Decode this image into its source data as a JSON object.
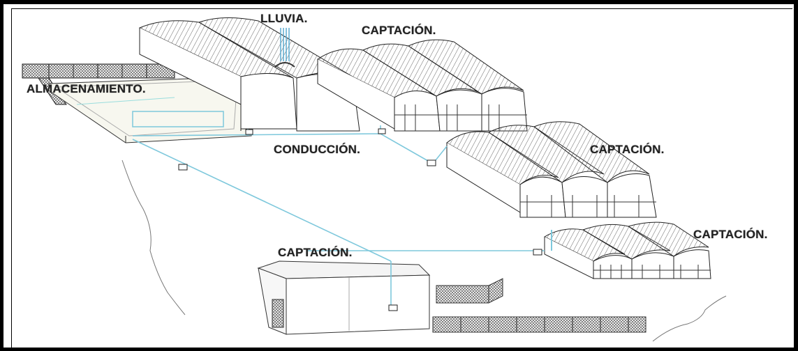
{
  "labels": {
    "lluvia": "LLUVIA.",
    "captacion_top": "CAPTACIÓN.",
    "almacenamiento": "ALMACENAMIENTO.",
    "conduccion": "CONDUCCIÓN.",
    "captacion_right": "CAPTACIÓN.",
    "captacion_far_right": "CAPTACIÓN.",
    "captacion_bottom": "CAPTACIÓN."
  },
  "colors": {
    "pipe": "#7ec8dc",
    "rain": "#5aaad0",
    "line": "#1a1a1a",
    "roof_hatch": "#555555"
  }
}
